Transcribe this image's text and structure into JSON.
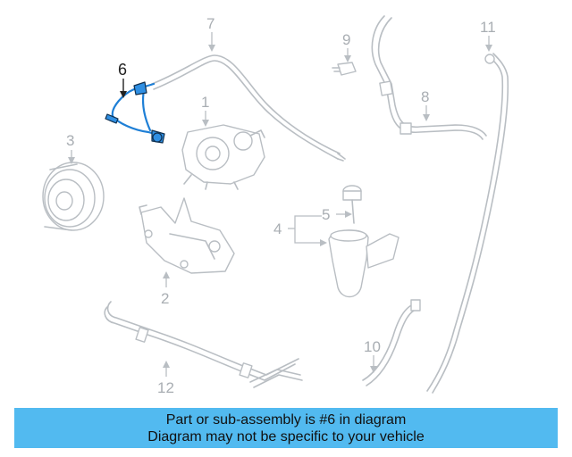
{
  "callouts": {
    "part_1": "1",
    "part_2": "2",
    "part_3": "3",
    "part_4": "4",
    "part_5": "5",
    "part_6": "6",
    "part_7": "7",
    "part_8": "8",
    "part_9": "9",
    "part_10": "10",
    "part_11": "11",
    "part_12": "12"
  },
  "highlighted_part": "6",
  "colors": {
    "highlight": "#2f8fe3",
    "banner": "#52baf0",
    "line_art": "#b9bec3"
  },
  "banner": {
    "line1": "Part or sub-assembly is #6 in diagram",
    "line2": "Diagram may not be specific to your vehicle"
  }
}
